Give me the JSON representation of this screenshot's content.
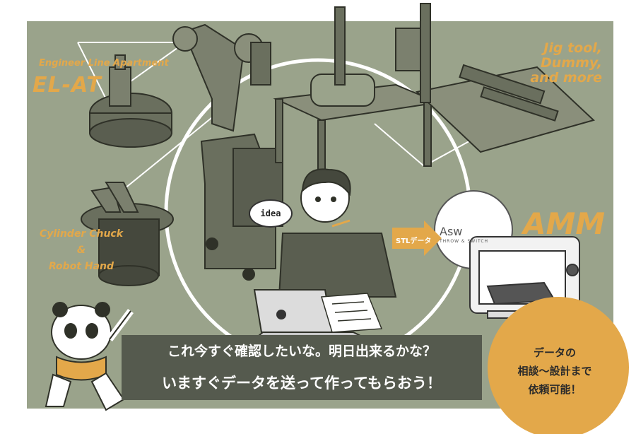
{
  "labels": {
    "engineer_line": "Engineer Line Apartment",
    "el_at": "EL-AT",
    "jig_tool": "Jig tool,\nDummy,\nand more",
    "cylinder_robot": "Cylinder Chuck\n&\nRobot  Hand",
    "amm": "AMM",
    "idea": "idea",
    "stl": "STLデータ",
    "asw_logo": "Asw",
    "asw_sub": "THROW & SWITCH"
  },
  "banner": {
    "line1": "これ今すぐ確認したいな。明日出来るかな？",
    "line2": "いますぐデータを送って作ってもらおう！"
  },
  "badge": {
    "text": "データの\n相談〜設計まで\n依頼可能！"
  },
  "colors": {
    "panel": "#9aa38b",
    "accent": "#e3a84a",
    "banner": "#555a4e",
    "machine": "#6a6f5e"
  }
}
